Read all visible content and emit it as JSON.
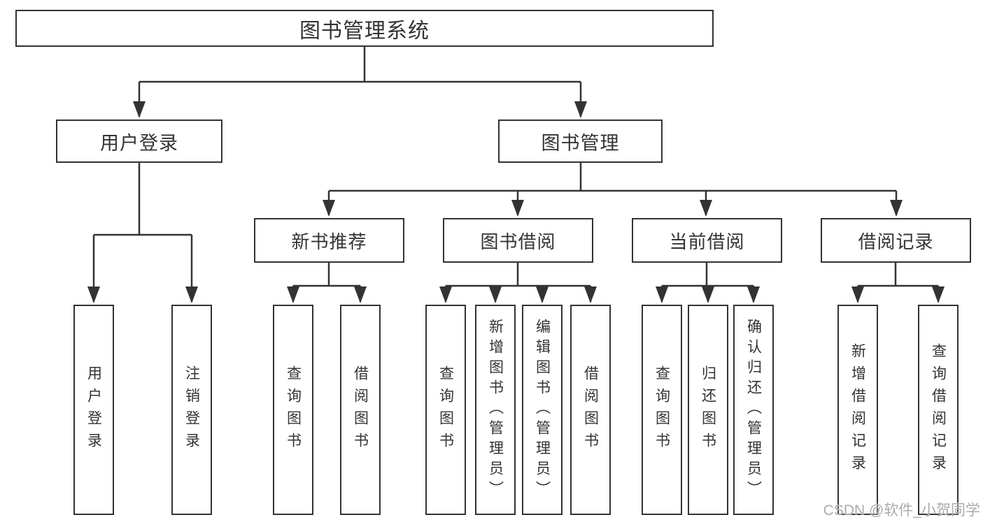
{
  "diagram": {
    "root": {
      "label": "图书管理系统"
    },
    "level2": [
      {
        "label": "用户登录"
      },
      {
        "label": "图书管理"
      }
    ],
    "level3": [
      {
        "label": "新书推荐"
      },
      {
        "label": "图书借阅"
      },
      {
        "label": "当前借阅"
      },
      {
        "label": "借阅记录"
      }
    ],
    "leaves": {
      "login": [
        {
          "label": "用户登录"
        },
        {
          "label": "注销登录"
        }
      ],
      "recommend": [
        {
          "label": "查询图书"
        },
        {
          "label": "借阅图书"
        }
      ],
      "borrow": [
        {
          "label": "查询图书"
        },
        {
          "label": "新增图书（管理员）"
        },
        {
          "label": "编辑图书（管理员）"
        },
        {
          "label": "借阅图书"
        }
      ],
      "current": [
        {
          "label": "查询图书"
        },
        {
          "label": "归还图书"
        },
        {
          "label": "确认归还（管理员）"
        }
      ],
      "records": [
        {
          "label": "新增借阅记录"
        },
        {
          "label": "查询借阅记录"
        }
      ]
    },
    "watermark": {
      "text": "CSDN @软件_小贺同学",
      "color": "#ababab"
    },
    "colors": {
      "line": "#333333",
      "text": "#333333",
      "background": "#ffffff"
    }
  }
}
